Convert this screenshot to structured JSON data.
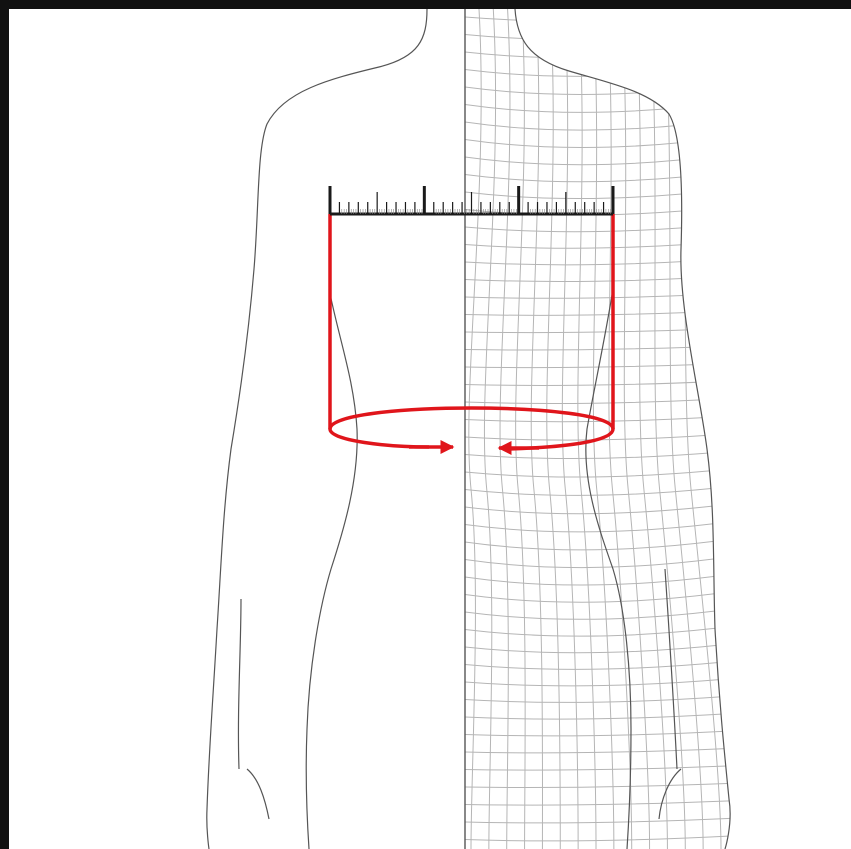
{
  "diagram": {
    "subject": "torso-measurement",
    "colors": {
      "background": "#ffffff",
      "frame": "#111111",
      "outline": "#555555",
      "mesh": "#b5b5b5",
      "ruler": "#1a1a1a",
      "measure": "#e0151b"
    },
    "ruler": {
      "major_ticks": 4,
      "minor_per_major": 10
    },
    "mesh": {
      "vertical_lines": 15,
      "horizontal_lines": 48
    },
    "arrows": [
      "arrow-right",
      "arrow-left"
    ]
  }
}
